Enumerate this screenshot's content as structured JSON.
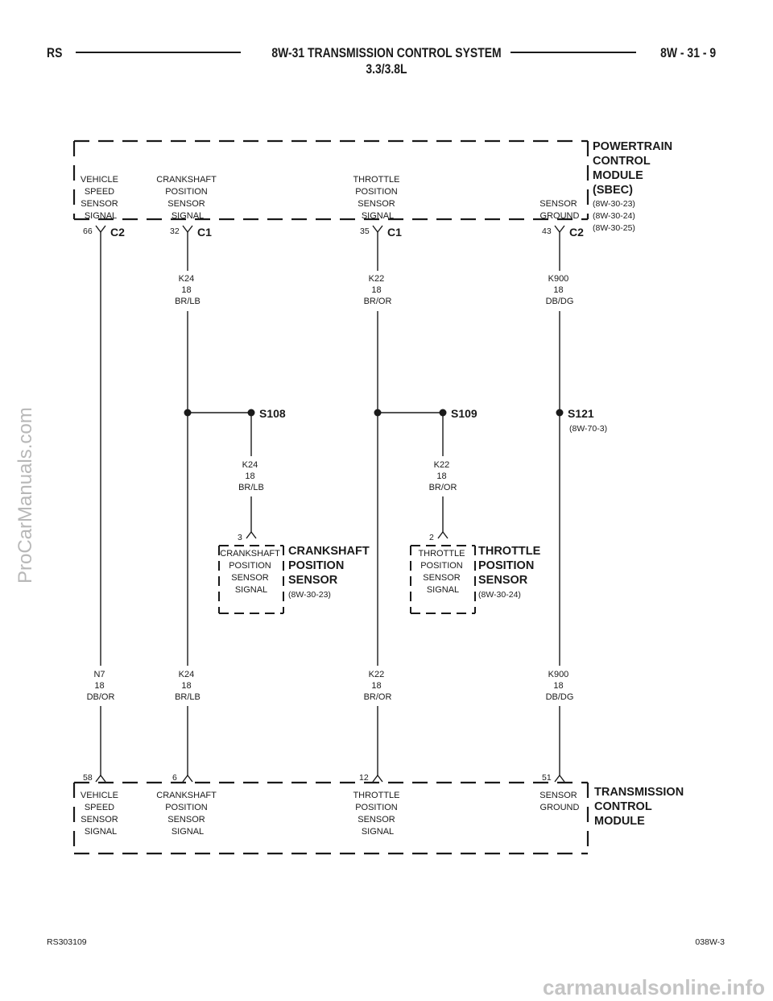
{
  "header": {
    "left": "RS",
    "title": "8W-31 TRANSMISSION CONTROL SYSTEM",
    "subtitle": "3.3/3.8L",
    "right": "8W - 31 - 9"
  },
  "pcm": {
    "name_lines": [
      "POWERTRAIN",
      "CONTROL",
      "MODULE",
      "(SBEC)"
    ],
    "refs": [
      "(8W-30-23)",
      "(8W-30-24)",
      "(8W-30-25)"
    ],
    "pins": [
      {
        "label": [
          "VEHICLE",
          "SPEED",
          "SENSOR",
          "SIGNAL"
        ],
        "pin": "66",
        "connector": "C2"
      },
      {
        "label": [
          "CRANKSHAFT",
          "POSITION",
          "SENSOR",
          "SIGNAL"
        ],
        "pin": "32",
        "connector": "C1"
      },
      {
        "label": [
          "THROTTLE",
          "POSITION",
          "SENSOR",
          "SIGNAL"
        ],
        "pin": "35",
        "connector": "C1"
      },
      {
        "label": [
          "SENSOR",
          "GROUND"
        ],
        "pin": "43",
        "connector": "C2"
      }
    ]
  },
  "tcm": {
    "name_lines": [
      "TRANSMISSION",
      "CONTROL",
      "MODULE"
    ],
    "pins": [
      {
        "label": [
          "VEHICLE",
          "SPEED",
          "SENSOR",
          "SIGNAL"
        ],
        "pin": "58"
      },
      {
        "label": [
          "CRANKSHAFT",
          "POSITION",
          "SENSOR",
          "SIGNAL"
        ],
        "pin": "6"
      },
      {
        "label": [
          "THROTTLE",
          "POSITION",
          "SENSOR",
          "SIGNAL"
        ],
        "pin": "12"
      },
      {
        "label": [
          "SENSOR",
          "GROUND"
        ],
        "pin": "51"
      }
    ]
  },
  "wires": {
    "k24_upper": [
      "K24",
      "18",
      "BR/LB"
    ],
    "k22_upper": [
      "K22",
      "18",
      "BR/OR"
    ],
    "k900_upper": [
      "K900",
      "18",
      "DB/DG"
    ],
    "k24_branch": [
      "K24",
      "18",
      "BR/LB"
    ],
    "k22_branch": [
      "K22",
      "18",
      "BR/OR"
    ],
    "n7_lower": [
      "N7",
      "18",
      "DB/OR"
    ],
    "k24_lower": [
      "K24",
      "18",
      "BR/LB"
    ],
    "k22_lower": [
      "K22",
      "18",
      "BR/OR"
    ],
    "k900_lower": [
      "K900",
      "18",
      "DB/DG"
    ]
  },
  "splices": {
    "s108": {
      "name": "S108"
    },
    "s109": {
      "name": "S109"
    },
    "s121": {
      "name": "S121",
      "ref": "(8W-70-3)"
    }
  },
  "sensors": {
    "crank": {
      "pin": "3",
      "inner": [
        "CRANKSHAFT",
        "POSITION",
        "SENSOR",
        "SIGNAL"
      ],
      "name_lines": [
        "CRANKSHAFT",
        "POSITION",
        "SENSOR"
      ],
      "ref": "(8W-30-23)"
    },
    "throttle": {
      "pin": "2",
      "inner": [
        "THROTTLE",
        "POSITION",
        "SENSOR",
        "SIGNAL"
      ],
      "name_lines": [
        "THROTTLE",
        "POSITION",
        "SENSOR"
      ],
      "ref": "(8W-30-24)"
    }
  },
  "footer": {
    "left": "RS303109",
    "right": "038W-3"
  },
  "watermarks": {
    "side": "ProCarManuals.com",
    "bottom": "carmanualsonline.info"
  }
}
